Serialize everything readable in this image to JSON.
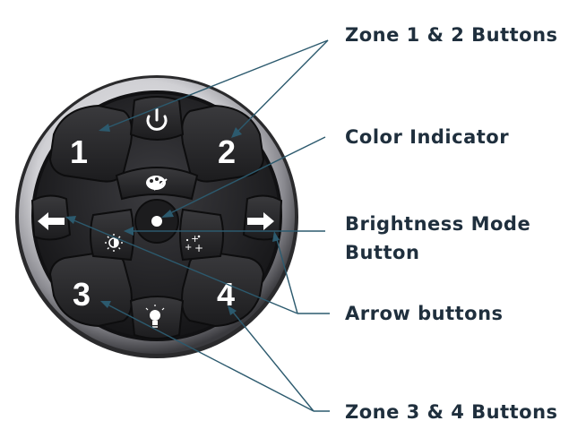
{
  "callouts": {
    "zone12": "Zone 1 & 2 Buttons",
    "color_indicator": "Color Indicator",
    "brightness_line1": "Brightness Mode",
    "brightness_line2": "Button",
    "arrow_buttons": "Arrow buttons",
    "zone34": "Zone 3 & 4 Buttons"
  },
  "remote": {
    "zone_buttons": [
      "1",
      "2",
      "3",
      "4"
    ],
    "icons": {
      "power": "power-icon",
      "color": "palette-icon",
      "indicator": "color-indicator-light",
      "brightness": "brightness-icon",
      "mode": "sparkle-icon",
      "light": "light-bulb-icon",
      "left": "left-arrow-icon",
      "right": "right-arrow-icon"
    }
  },
  "colors": {
    "callout_text": "#1f2f3d",
    "leader_line": "#2c5a6e",
    "button_face": "#262628",
    "bezel": "#c8c8cc"
  }
}
